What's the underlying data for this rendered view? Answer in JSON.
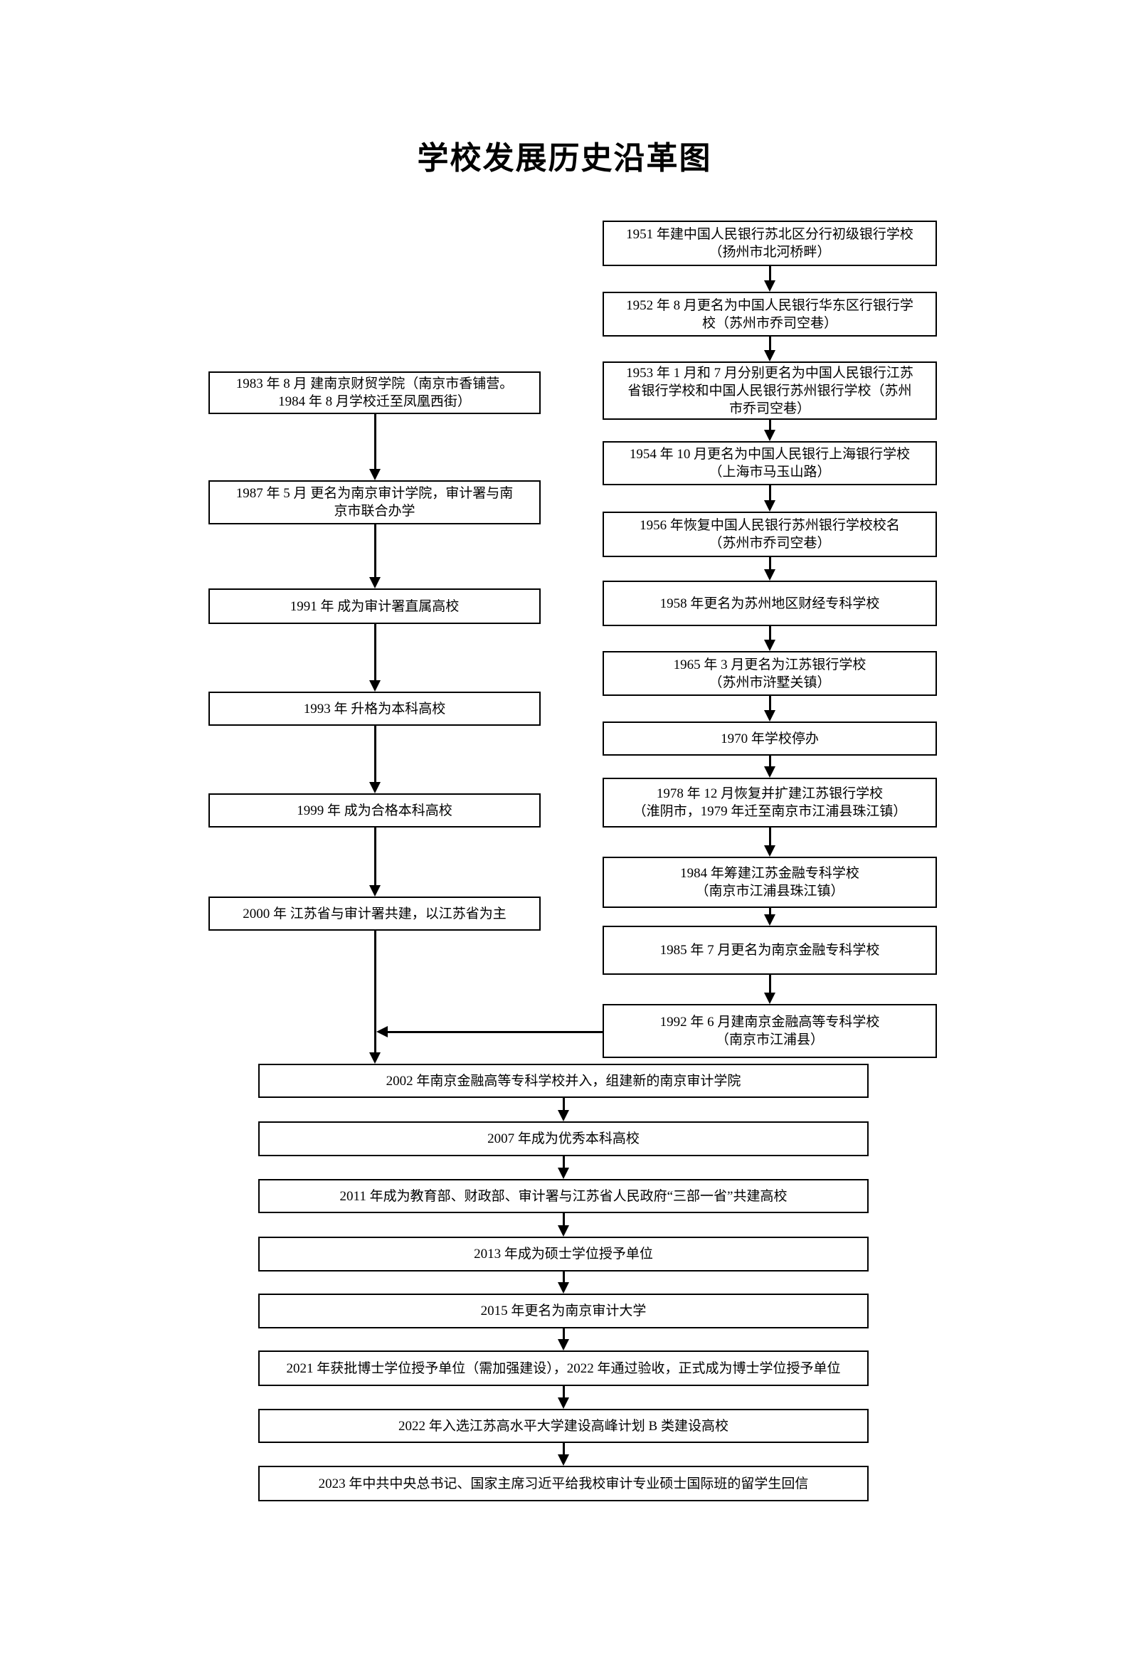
{
  "page_title": "学校发展历史沿革图",
  "colors": {
    "line": "#000000",
    "text": "#000000",
    "background": "#ffffff"
  },
  "flowchart": {
    "left_branch": [
      {
        "year": "1983",
        "lines": [
          "1983 年 8 月  建南京财贸学院（南京市香铺营。",
          "1984 年 8 月学校迁至凤凰西街）"
        ]
      },
      {
        "year": "1987",
        "lines": [
          "1987 年 5 月  更名为南京审计学院，审计署与南",
          "京市联合办学"
        ]
      },
      {
        "year": "1991",
        "lines": [
          "1991 年  成为审计署直属高校"
        ]
      },
      {
        "year": "1993",
        "lines": [
          "1993 年  升格为本科高校"
        ]
      },
      {
        "year": "1999",
        "lines": [
          "1999 年  成为合格本科高校"
        ]
      },
      {
        "year": "2000",
        "lines": [
          "2000 年  江苏省与审计署共建，以江苏省为主"
        ]
      }
    ],
    "right_branch": [
      {
        "year": "1951",
        "lines": [
          "1951 年建中国人民银行苏北区分行初级银行学校",
          "（扬州市北河桥畔）"
        ]
      },
      {
        "year": "1952",
        "lines": [
          "1952 年 8 月更名为中国人民银行华东区行银行学",
          "校（苏州市乔司空巷）"
        ]
      },
      {
        "year": "1953",
        "lines": [
          "1953 年 1 月和 7 月分别更名为中国人民银行江苏",
          "省银行学校和中国人民银行苏州银行学校（苏州",
          "市乔司空巷）"
        ]
      },
      {
        "year": "1954",
        "lines": [
          "1954 年 10 月更名为中国人民银行上海银行学校",
          "（上海市马玉山路）"
        ]
      },
      {
        "year": "1956",
        "lines": [
          "1956 年恢复中国人民银行苏州银行学校校名",
          "（苏州市乔司空巷）"
        ]
      },
      {
        "year": "1958",
        "lines": [
          "1958 年更名为苏州地区财经专科学校"
        ]
      },
      {
        "year": "1965",
        "lines": [
          "1965 年 3 月更名为江苏银行学校",
          "（苏州市浒墅关镇）"
        ]
      },
      {
        "year": "1970",
        "lines": [
          "1970 年学校停办"
        ]
      },
      {
        "year": "1978",
        "lines": [
          "1978 年 12 月恢复并扩建江苏银行学校",
          "（淮阴市，1979 年迁至南京市江浦县珠江镇）"
        ]
      },
      {
        "year": "1984",
        "lines": [
          "1984 年筹建江苏金融专科学校",
          "（南京市江浦县珠江镇）"
        ]
      },
      {
        "year": "1985",
        "lines": [
          "1985 年 7 月更名为南京金融专科学校"
        ]
      },
      {
        "year": "1992",
        "lines": [
          "1992 年 6 月建南京金融高等专科学校",
          "（南京市江浦县）"
        ]
      }
    ],
    "merged_branch": [
      {
        "year": "2002",
        "lines": [
          "2002 年南京金融高等专科学校并入，组建新的南京审计学院"
        ]
      },
      {
        "year": "2007",
        "lines": [
          "2007 年成为优秀本科高校"
        ]
      },
      {
        "year": "2011",
        "lines": [
          "2011 年成为教育部、财政部、审计署与江苏省人民政府“三部一省”共建高校"
        ]
      },
      {
        "year": "2013",
        "lines": [
          "2013 年成为硕士学位授予单位"
        ]
      },
      {
        "year": "2015",
        "lines": [
          "2015 年更名为南京审计大学"
        ]
      },
      {
        "year": "2021",
        "lines": [
          "2021 年获批博士学位授予单位（需加强建设），2022 年通过验收，正式成为博士学位授予单位"
        ]
      },
      {
        "year": "2022",
        "lines": [
          "2022 年入选江苏高水平大学建设高峰计划 B 类建设高校"
        ]
      },
      {
        "year": "2023",
        "lines": [
          "2023 年中共中央总书记、国家主席习近平给我校审计专业硕士国际班的留学生回信"
        ]
      }
    ]
  }
}
